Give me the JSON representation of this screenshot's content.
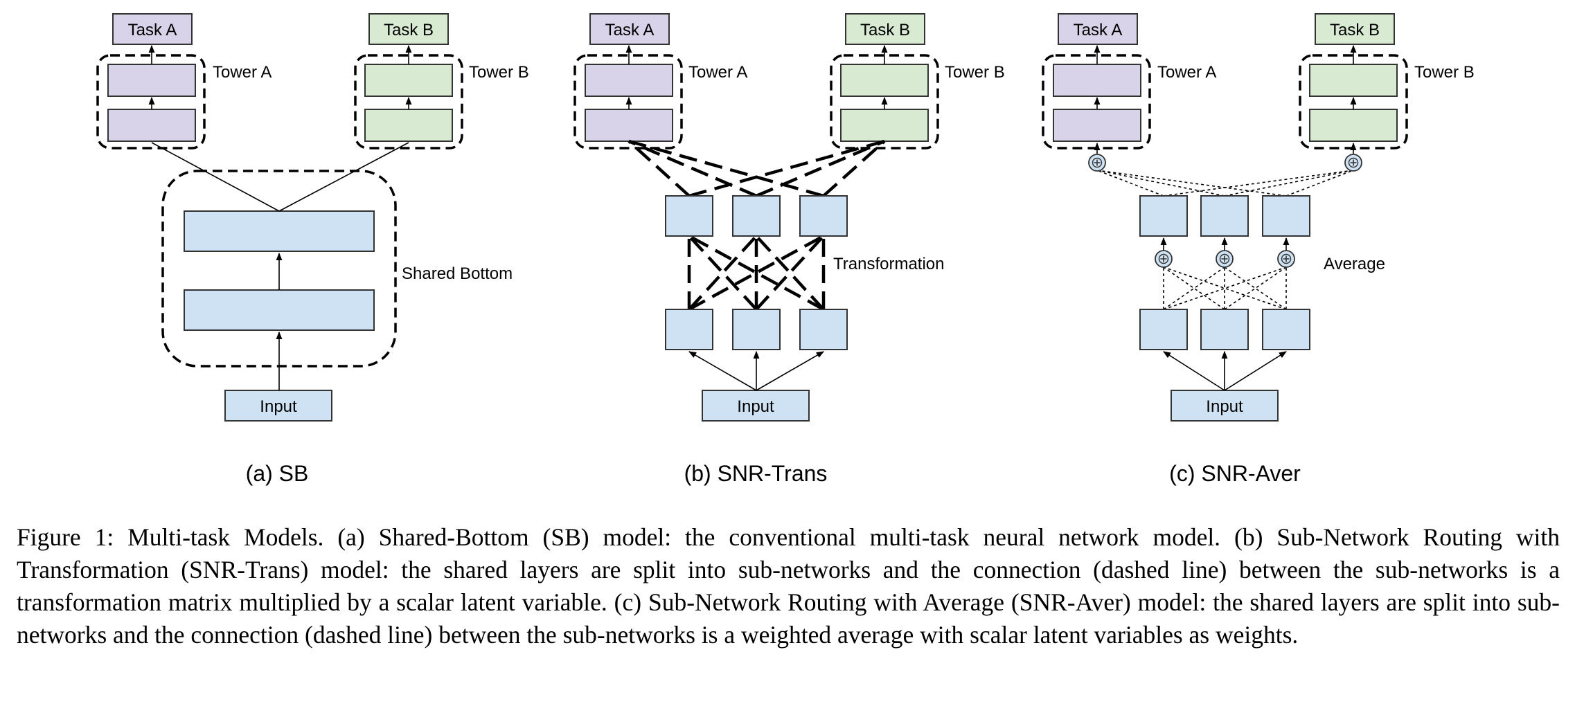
{
  "panel_a": {
    "task_a": "Task A",
    "task_b": "Task B",
    "tower_a": "Tower A",
    "tower_b": "Tower B",
    "shared_bottom": "Shared Bottom",
    "input": "Input",
    "caption": "(a) SB"
  },
  "panel_b": {
    "task_a": "Task A",
    "task_b": "Task B",
    "tower_a": "Tower A",
    "tower_b": "Tower B",
    "transformation": "Transformation",
    "input": "Input",
    "caption": "(b) SNR-Trans"
  },
  "panel_c": {
    "task_a": "Task A",
    "task_b": "Task B",
    "tower_a": "Tower A",
    "tower_b": "Tower B",
    "average": "Average",
    "input": "Input",
    "caption": "(c) SNR-Aver"
  },
  "figure_caption": "Figure 1: Multi-task Models. (a) Shared-Bottom (SB) model: the conventional multi-task neural network model. (b) Sub-Network Routing with Transformation (SNR-Trans) model: the shared layers are split into sub-networks and the connection (dashed line) between the sub-networks is a transformation matrix multiplied by a scalar latent variable. (c) Sub-Network Routing with Average (SNR-Aver) model: the shared layers are split into sub-networks and the connection (dashed line) between the sub-networks is a weighted average with scalar latent variables as weights.",
  "colors": {
    "task_a_fill": "#d9d3ea",
    "task_b_fill": "#d9ead3",
    "shared_fill": "#cfe2f3"
  }
}
